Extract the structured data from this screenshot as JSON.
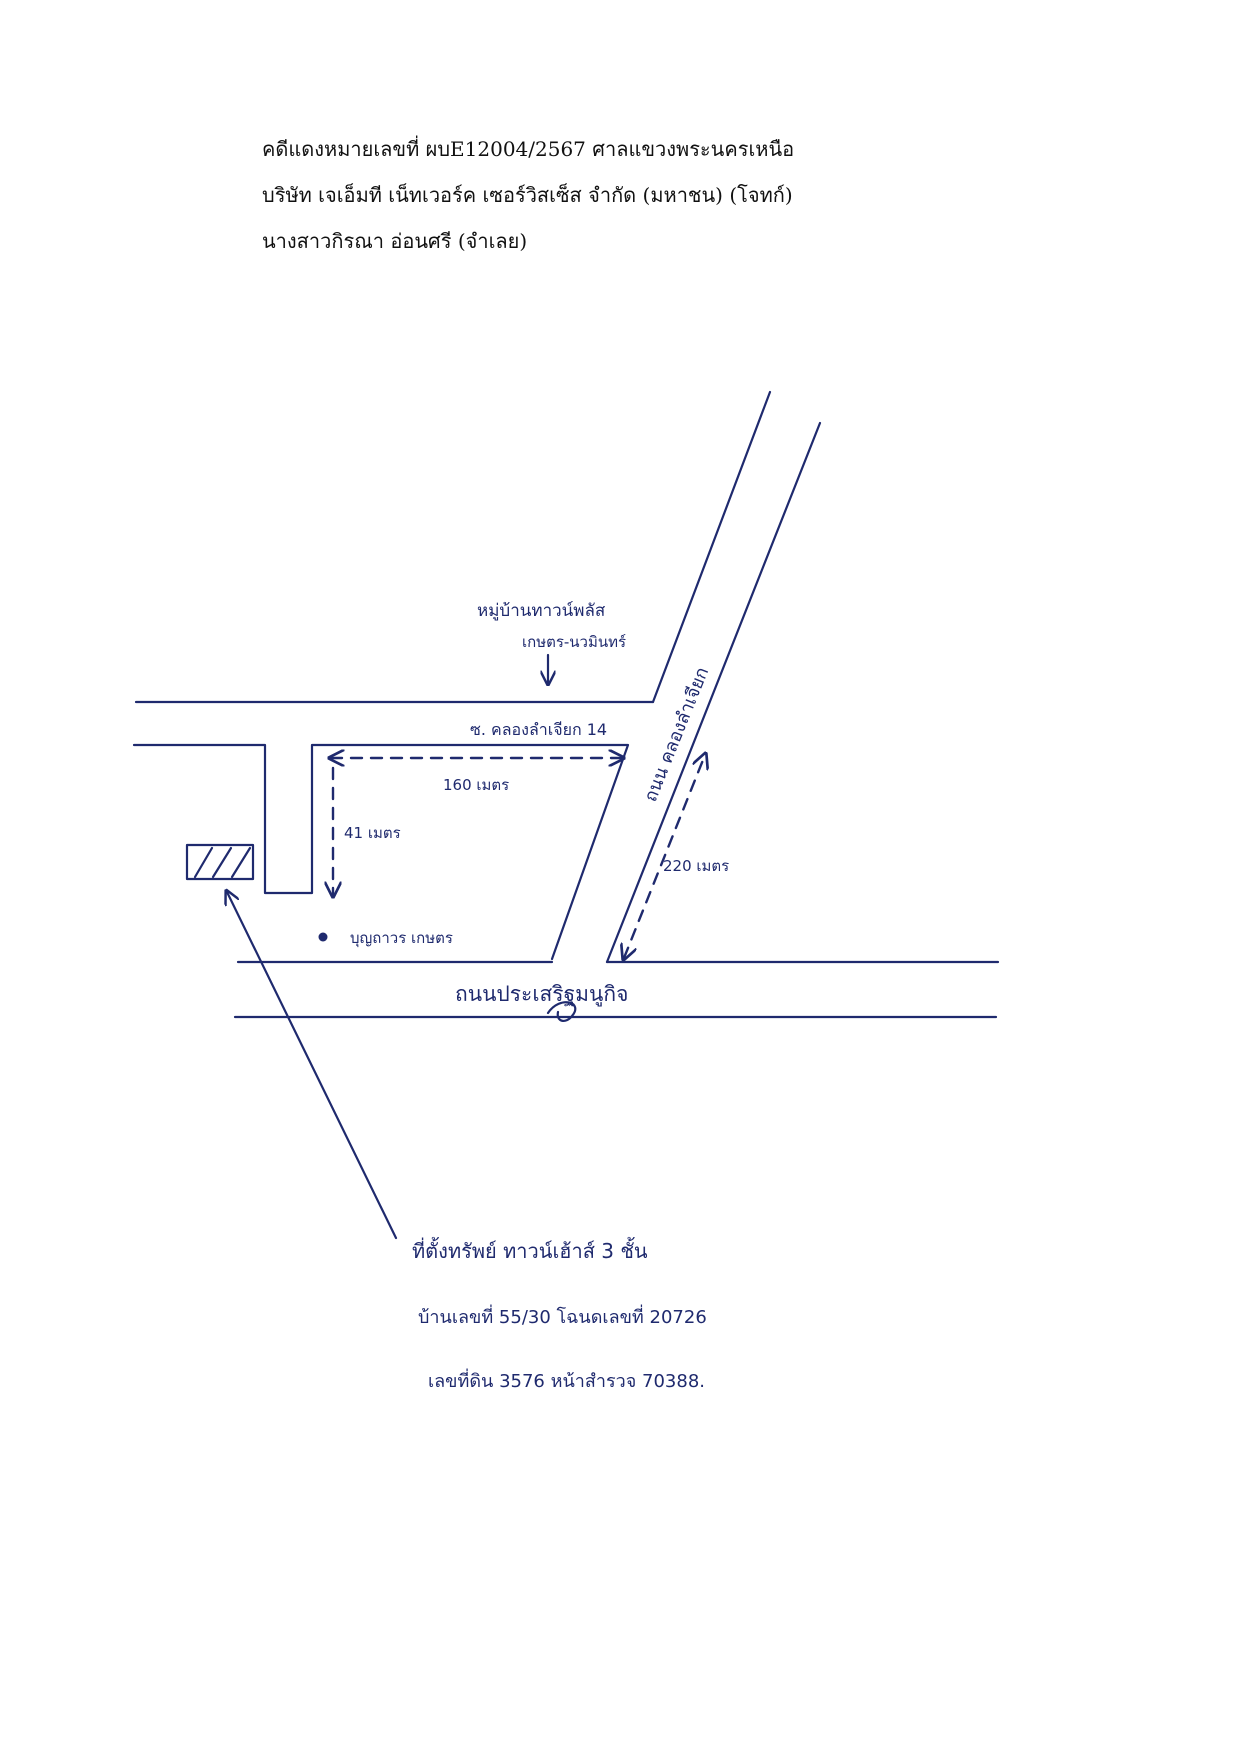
{
  "document": {
    "header": {
      "case_line": "คดีแดงหมายเลขที่ ผบE12004/2567  ศาลแขวงพระนครเหนือ",
      "plaintiff_line": "บริษัท เจเอ็มที เน็ทเวอร์ค เซอร์วิสเซ็ส จำกัด (มหาชน)   (โจทก์)",
      "defendant_line": "นางสาวกิรณา อ่อนศรี (จำเลย)"
    }
  },
  "map": {
    "labels": {
      "village_line1": "หมู่บ้านทาวน์พลัส",
      "village_line2": "เกษตร-นวมินทร์",
      "soi_name": "ซ. คลองลำเจียก 14",
      "road_right": "ถนน คลองลำเจียก",
      "distance_top": "160 เมตร",
      "distance_left": "41 เมตร",
      "distance_right": "220 เมตร",
      "landmark": "บุญถาวร เกษตร",
      "main_road": "ถนนประเสริฐมนูกิจ"
    },
    "property_note": {
      "line1": "ที่ตั้งทรัพย์ ทาวน์เฮ้าส์ 3 ชั้น",
      "line2": "บ้านเลขที่ 55/30   โฉนดเลขที่  20726",
      "line3": "เลขที่ดิน  3576    หน้าสำรวจ  70388."
    },
    "colors": {
      "ink": "#1f2a6e",
      "print": "#111111"
    }
  }
}
